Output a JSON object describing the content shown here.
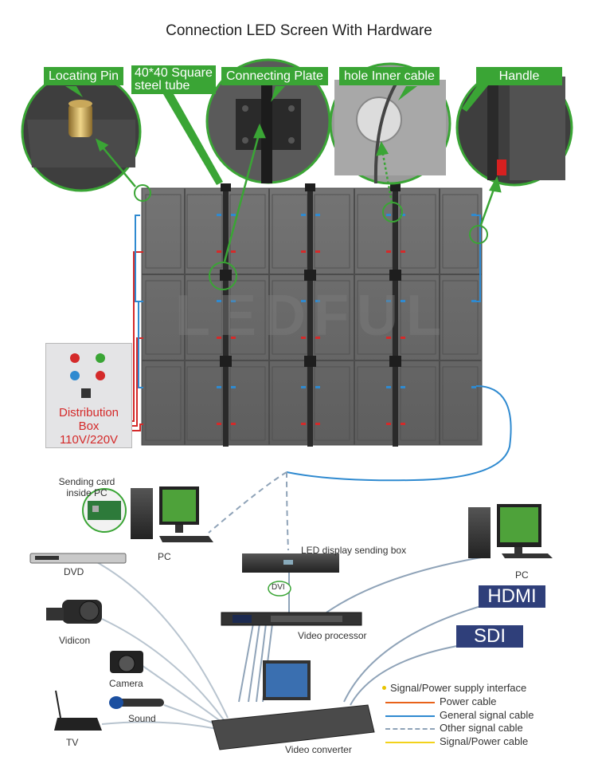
{
  "title": "Connection LED Screen With Hardware",
  "callouts": {
    "locating_pin": "Locating Pin",
    "square_tube_line1": "40*40 Square",
    "square_tube_line2": "steel tube",
    "connecting_plate": "Connecting Plate",
    "hole_inner_cable": "hole Inner cable",
    "handle": "Handle"
  },
  "watermark": "LEDFUL",
  "distribution_box": {
    "line1": "Distribution",
    "line2": "Box",
    "line3": "110V/220V"
  },
  "devices": {
    "sending_card_line1": "Sending card",
    "sending_card_line2": "inside PC",
    "pc_left": "PC",
    "pc_right": "PC",
    "dvd": "DVD",
    "vidicon": "Vidicon",
    "camera": "Camera",
    "sound": "Sound",
    "tv": "TV",
    "sending_box": "LED display sending box",
    "dvi": "DVI",
    "video_processor": "Video processor",
    "video_converter": "Video converter",
    "hdmi": "HDMI",
    "sdi": "SDI"
  },
  "legend": {
    "items": [
      {
        "label": "Signal/Power supply interface",
        "color": "#e8c400"
      },
      {
        "label": "Power cable",
        "color": "#e8621a"
      },
      {
        "label": "General signal cable",
        "color": "#2f8ad0"
      },
      {
        "label": "Other signal cable",
        "color": "#8fa3b8"
      },
      {
        "label": "Signal/Power cable",
        "color": "#f2d21c"
      }
    ]
  },
  "colors": {
    "callout_green": "#3aa535",
    "power_red": "#d42a2a",
    "signal_blue": "#2f8ad0",
    "panel_dark": "#6e6e6e",
    "tag_navy": "#2f3f7a"
  }
}
